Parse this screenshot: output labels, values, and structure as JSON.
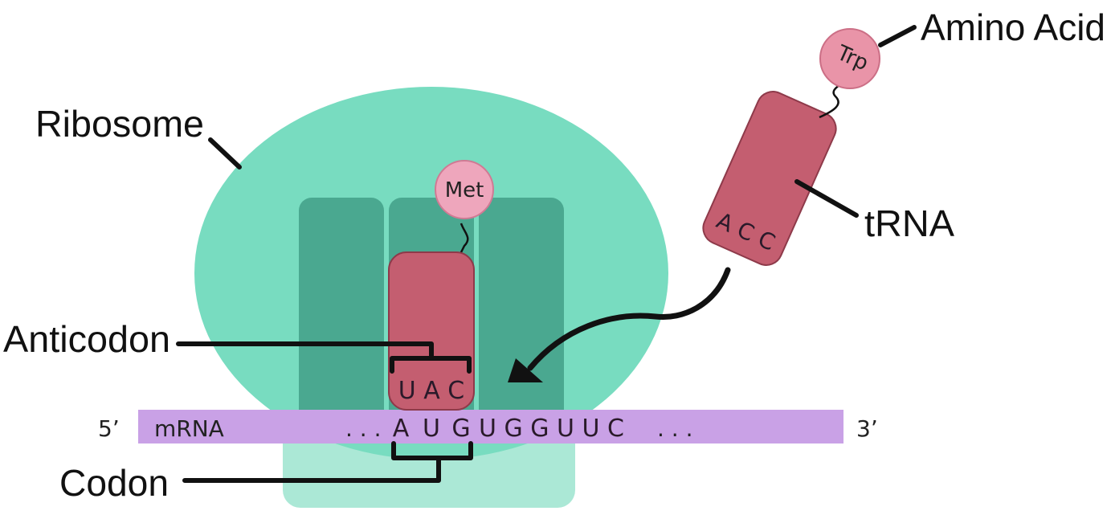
{
  "labels": {
    "ribosome": "Ribosome",
    "amino_acid": "Amino Acid",
    "trna": "tRNA",
    "anticodon": "Anticodon",
    "codon": "Codon"
  },
  "amino_acids": {
    "bound": "Met",
    "incoming": "Trp"
  },
  "anticodon_bound": "U A C",
  "anticodon_incoming": "A C C",
  "mrna": {
    "five_prime": "5’",
    "three_prime": "3’",
    "name": "mRNA",
    "leading": ". . .",
    "codon_bases": [
      "A",
      "U",
      "G"
    ],
    "rest": "U G G U U C",
    "trailing": ". . ."
  },
  "colors": {
    "ribosome_large": "#78dcc0",
    "ribosome_small": "#abe8d6",
    "ribosome_sites": "#4aa890",
    "trna": "#c45e70",
    "trna_stroke": "#8e3a4a",
    "amino_acid": "#e994a8",
    "mrna": "#c9a1e6",
    "ink": "#111111"
  }
}
